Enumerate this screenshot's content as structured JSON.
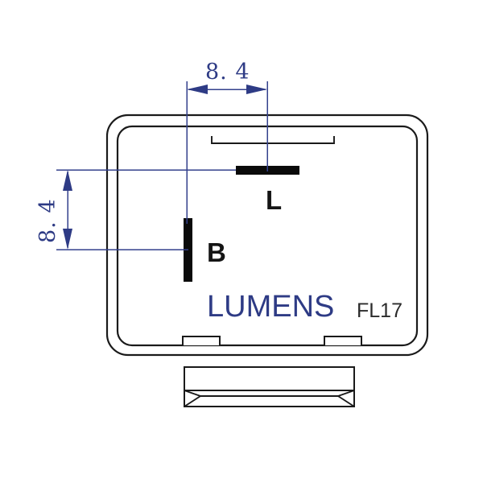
{
  "drawing": {
    "title": "LUMENS FL17 relay outline drawing",
    "background_color": "#ffffff",
    "line_color": "#1a1a1a",
    "dimension_color": "#2e3b85",
    "terminal_color": "#0a0a0a"
  },
  "dimensions": {
    "horizontal": {
      "value": "8. 4",
      "raw_value": "8.4",
      "orientation": "horizontal",
      "label_position": "above"
    },
    "vertical": {
      "value": "8. 4",
      "raw_value": "8.4",
      "orientation": "vertical-rotated",
      "label_position": "left"
    }
  },
  "terminals": [
    {
      "id": "terminal-l",
      "label": "L",
      "shape": "horizontal-bar",
      "color": "#0a0a0a"
    },
    {
      "id": "terminal-b",
      "label": "B",
      "shape": "vertical-bar",
      "color": "#0a0a0a"
    }
  ],
  "markings": {
    "brand": "LUMENS",
    "brand_color": "#2e3b85",
    "model": "FL17",
    "model_color": "#2b2b2b"
  },
  "housing": {
    "type": "double-wall-rounded-rectangle",
    "top_tab_label": "top-notch",
    "bottom_tabs_count": 2,
    "base_connector": "chamfered-trapezoid-base"
  }
}
